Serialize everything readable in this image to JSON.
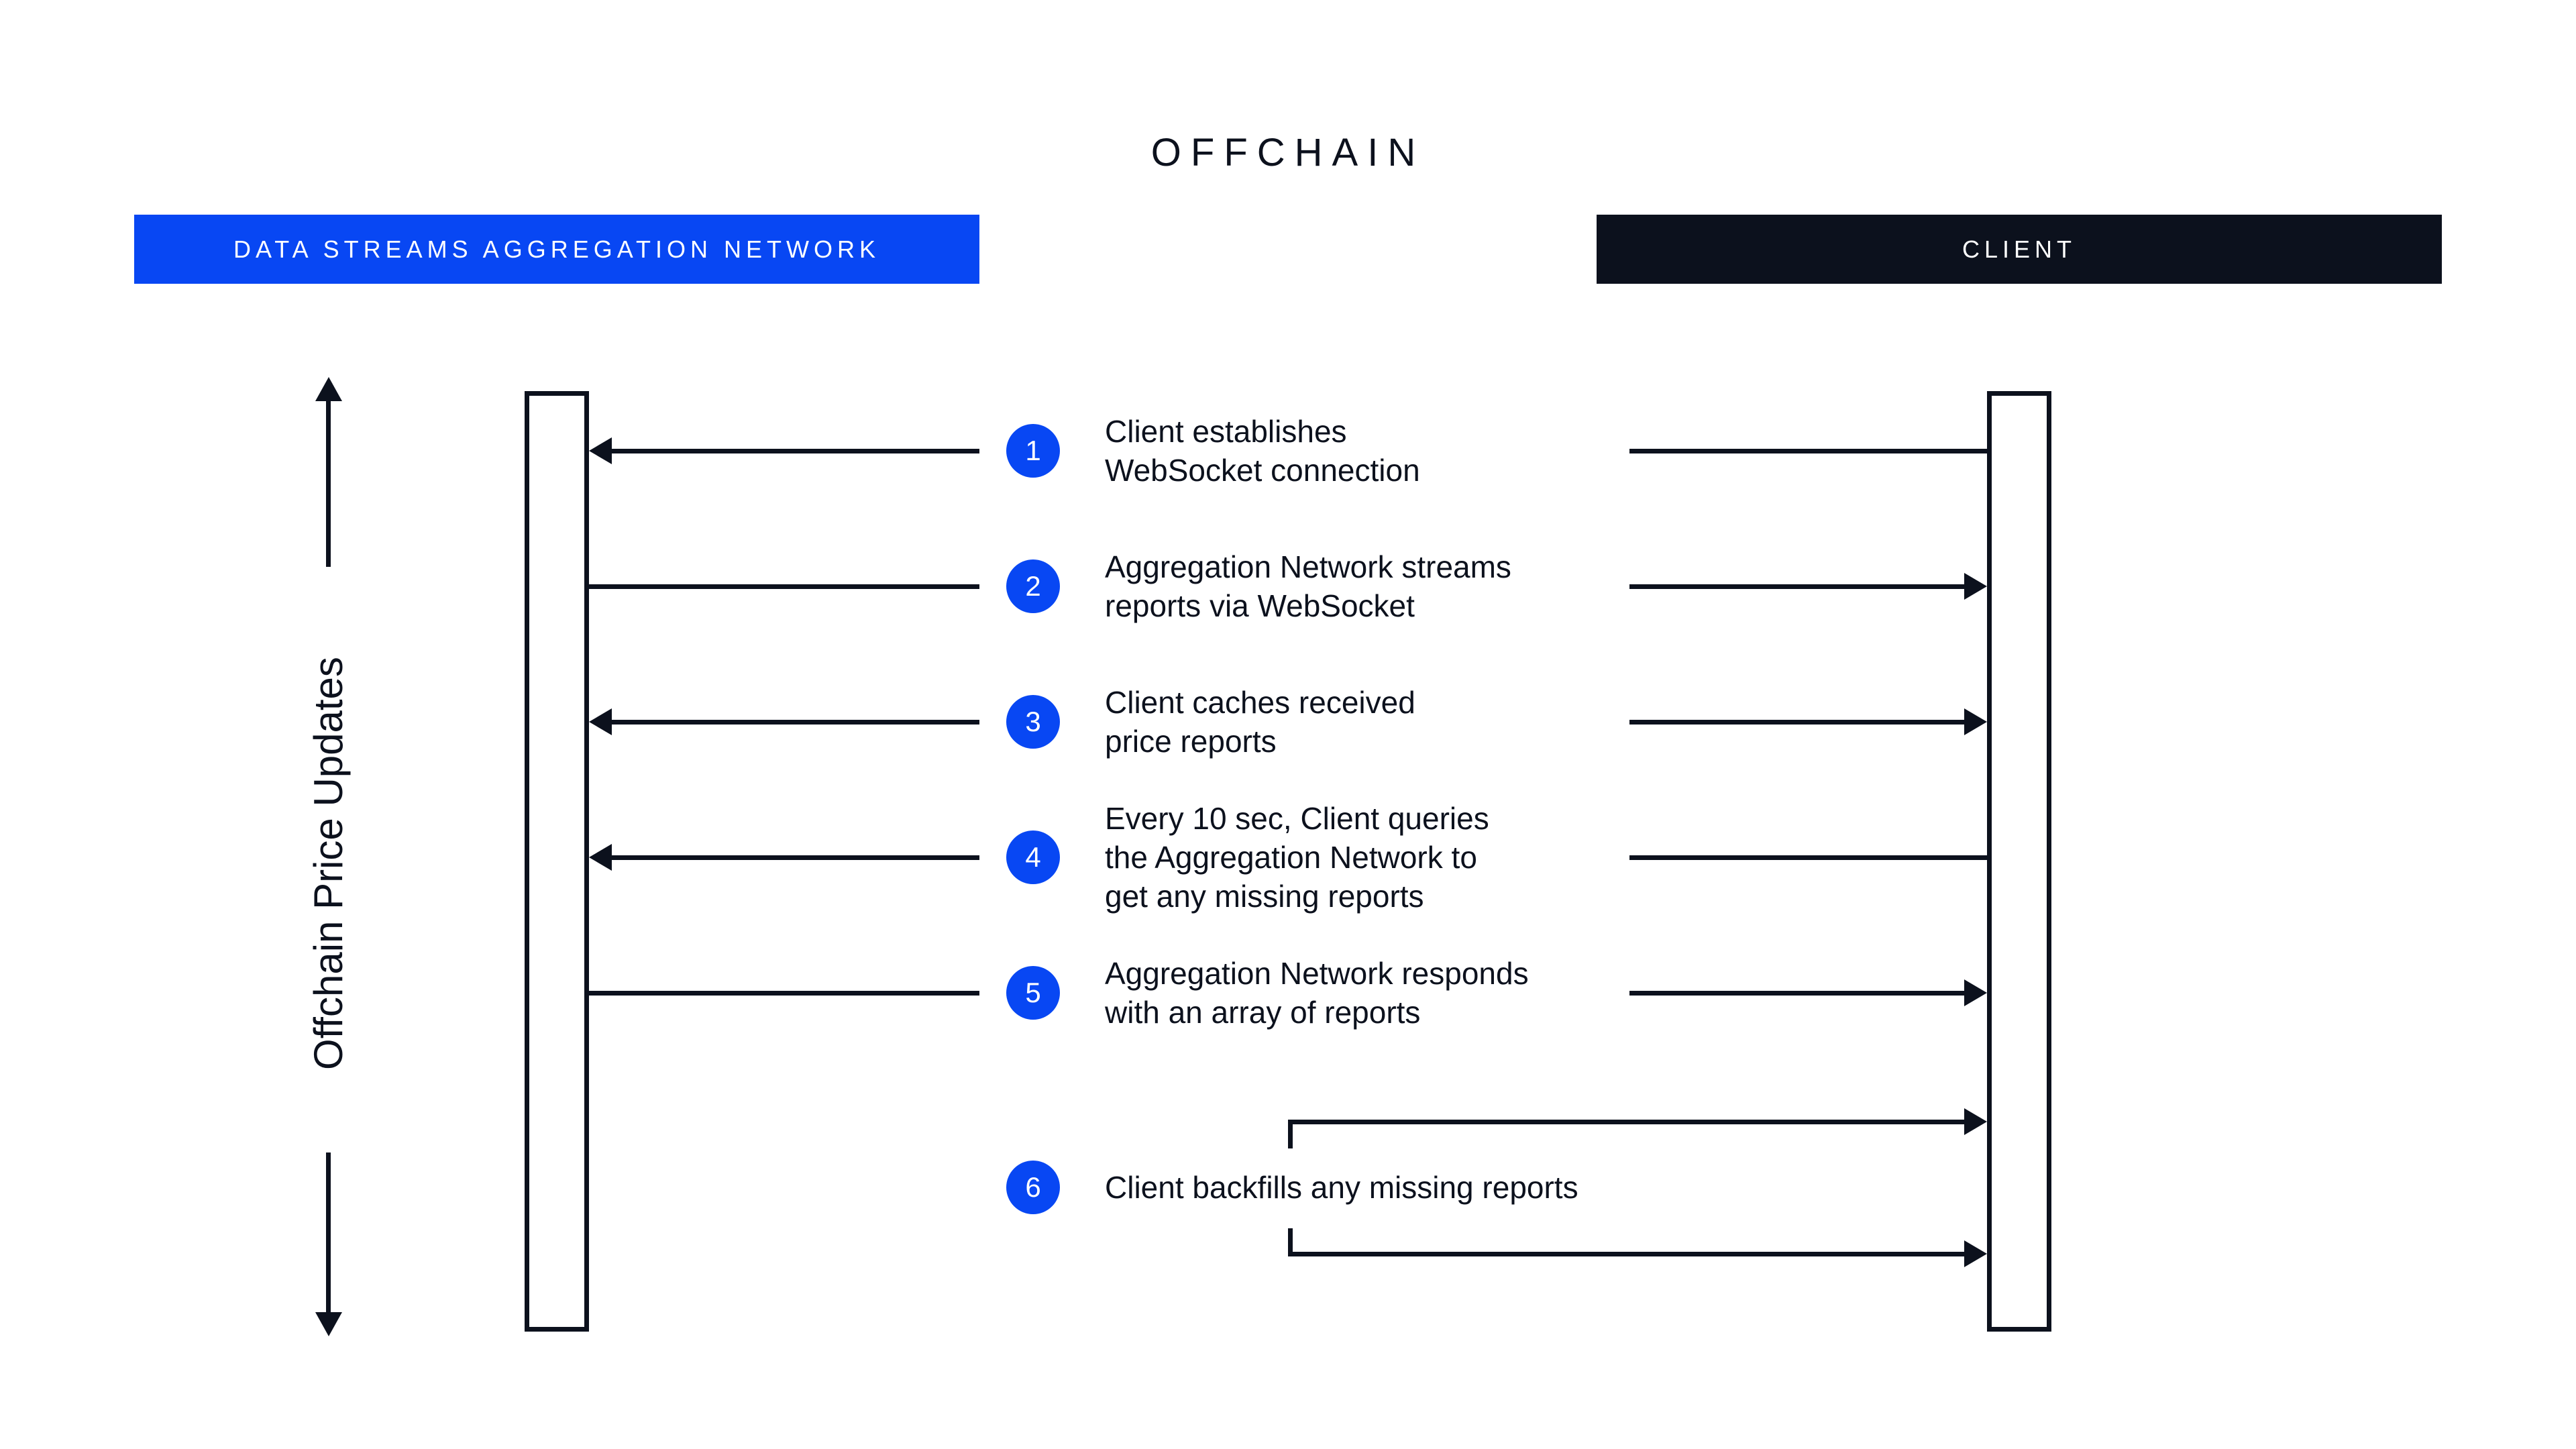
{
  "title": "OFFCHAIN",
  "lanes": {
    "left": {
      "label": "DATA STREAMS AGGREGATION NETWORK",
      "bg_color": "#0847F3",
      "text_color": "#FFFFFF"
    },
    "right": {
      "label": "CLIENT",
      "bg_color": "#0C111D",
      "text_color": "#FFFFFF"
    }
  },
  "axis_label": "Offchain Price Updates",
  "steps": [
    {
      "number": "1",
      "text": "Client establishes\nWebSocket connection",
      "from": "client",
      "to": "aggregation-network",
      "arrow_direction": "left"
    },
    {
      "number": "2",
      "text": "Aggregation Network streams\nreports via WebSocket",
      "from": "aggregation-network",
      "to": "client",
      "arrow_direction": "right"
    },
    {
      "number": "3",
      "text": "Client caches received\nprice reports",
      "from": "",
      "to": "",
      "arrow_direction": "both"
    },
    {
      "number": "4",
      "text": "Every 10 sec, Client queries\nthe Aggregation Network to\nget any missing reports",
      "from": "client",
      "to": "aggregation-network",
      "arrow_direction": "left"
    },
    {
      "number": "5",
      "text": "Aggregation Network responds\nwith an array of reports",
      "from": "aggregation-network",
      "to": "client",
      "arrow_direction": "right"
    },
    {
      "number": "6",
      "text": "Client backfills any missing reports",
      "from": "client",
      "to": "client",
      "arrow_direction": "right-double"
    }
  ],
  "colors": {
    "accent_blue": "#0847F3",
    "dark_navy": "#0C111D",
    "background": "#FFFFFF"
  }
}
